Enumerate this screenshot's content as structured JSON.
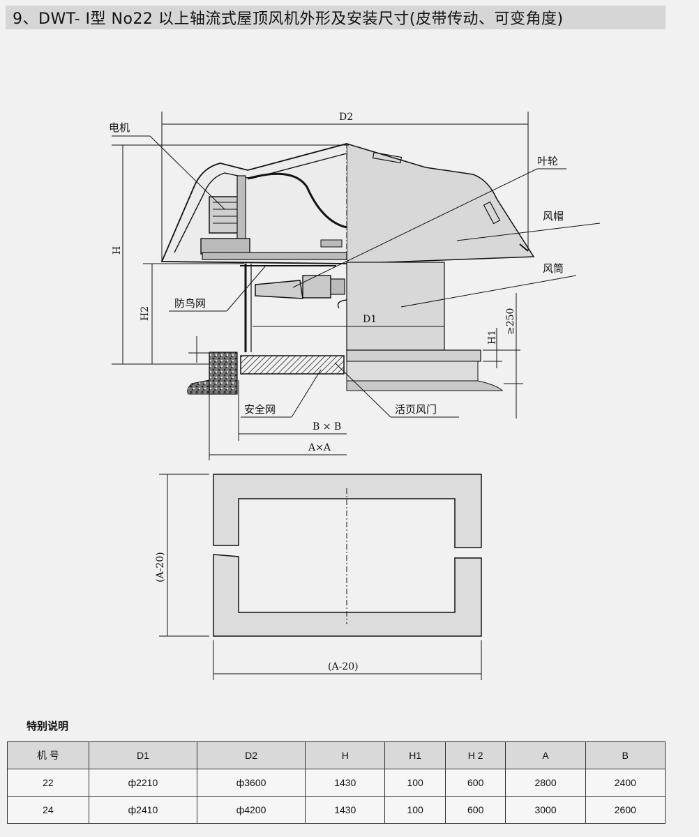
{
  "title": "9、DWT- Ⅰ型 No22 以上轴流式屋顶风机外形及安装尺寸(皮带传动、可变角度)",
  "drawing": {
    "labels": {
      "motor": "电机",
      "impeller": "叶轮",
      "hood": "风帽",
      "duct": "风筒",
      "bird_net": "防鸟网",
      "safety_net": "安全网",
      "louver": "活页风门"
    },
    "dims": {
      "d2": "D2",
      "d1": "D1",
      "h": "H",
      "h1": "H1",
      "h2": "H2",
      "h250": "≥250",
      "bxb": "B × B",
      "axa": "A×A",
      "a20_left": "(A-20)",
      "a20_bottom": "(A-20)"
    }
  },
  "note": "特别说明",
  "table": {
    "headers": [
      "机 号",
      "D1",
      "D2",
      "H",
      "H1",
      "H 2",
      "A",
      "B"
    ],
    "rows": [
      [
        "22",
        "ф2210",
        "ф3600",
        "1430",
        "100",
        "600",
        "2800",
        "2400"
      ],
      [
        "24",
        "ф2410",
        "ф4200",
        "1430",
        "100",
        "600",
        "3000",
        "2600"
      ]
    ]
  }
}
